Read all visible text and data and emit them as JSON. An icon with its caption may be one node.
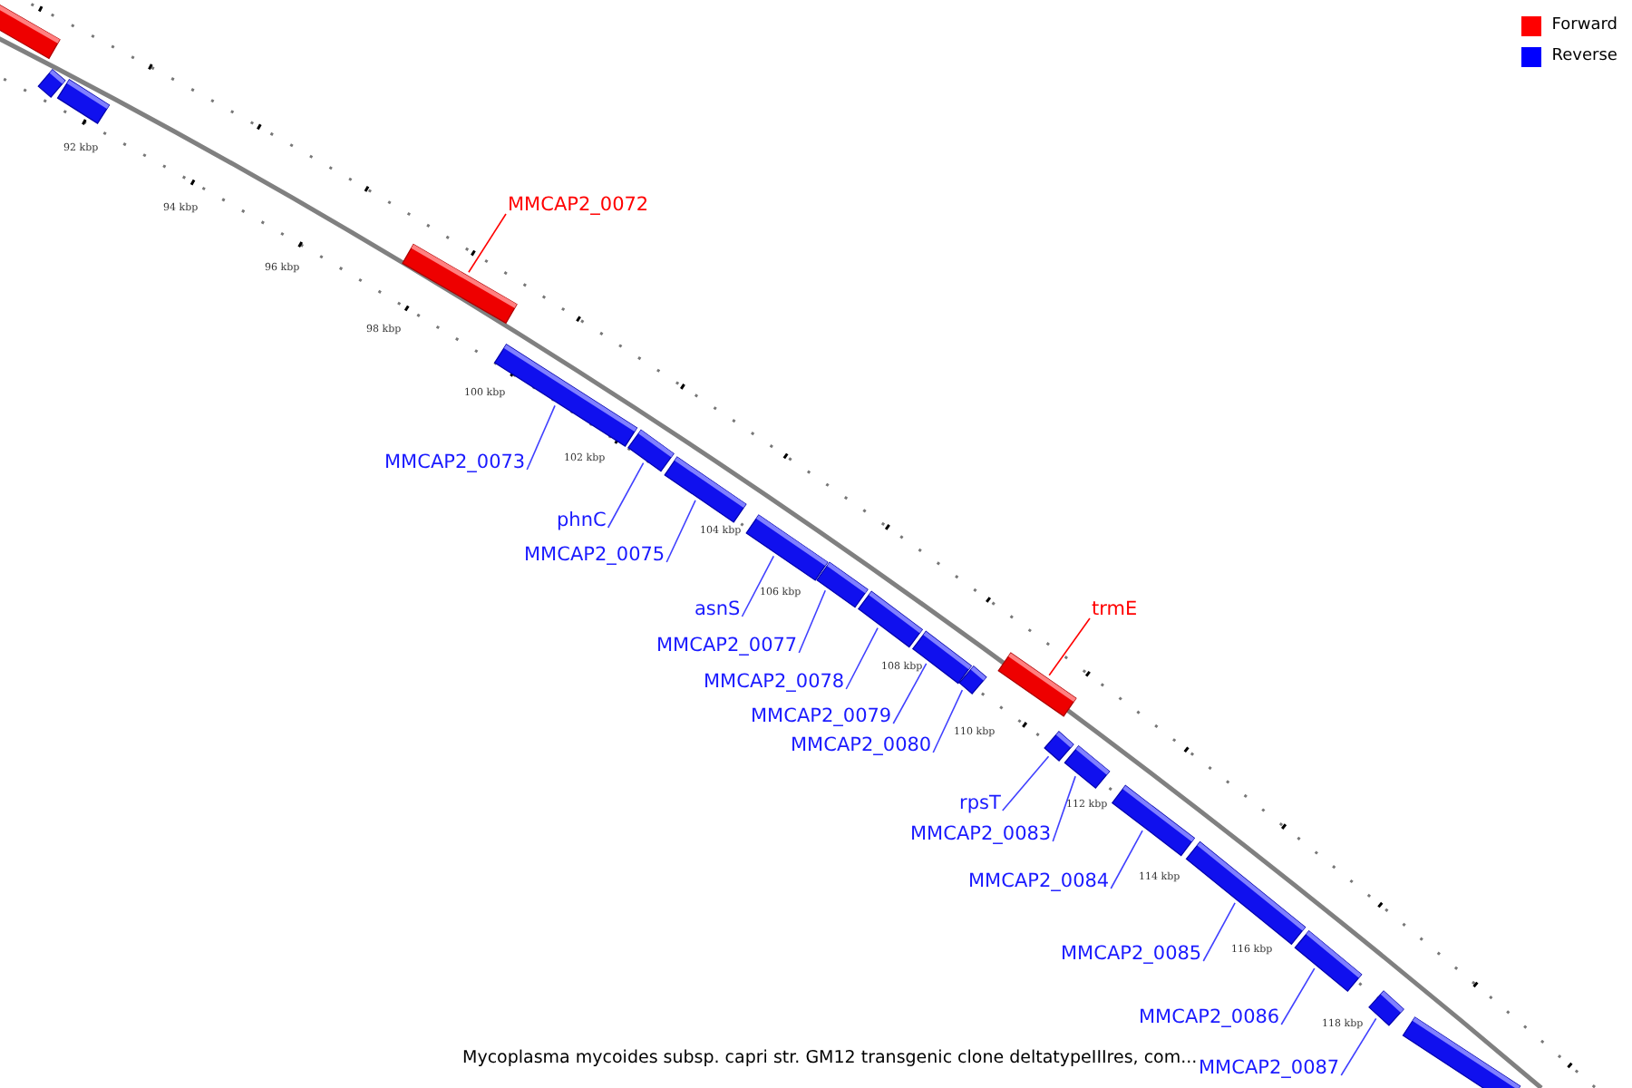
{
  "diagram": {
    "caption": "Mycoplasma mycoides subsp. capri str. GM12 transgenic clone deltatypeIIIres, com...",
    "nodes": [
      {
        "text": [],
        "shape": "bar"
      },
      {
        "text": [],
        "shape": "bar"
      },
      {
        "text": [],
        "shape": "bar"
      },
      {
        "text": [],
        "shape": "bar"
      },
      {
        "text": [],
        "shape": "bar"
      },
      {
        "text": [],
        "shape": "bar"
      },
      {
        "text": [],
        "shape": "bar"
      },
      {
        "text": [],
        "shape": "bar"
      },
      {
        "text": [],
        "shape": "bar"
      },
      {
        "text": [],
        "shape": "bar"
      },
      {
        "text": [],
        "shape": "bar"
      },
      {
        "text": [],
        "shape": "bar"
      },
      {
        "text": [],
        "shape": "bar"
      },
      {
        "text": [],
        "shape": "bar"
      },
      {
        "text": [],
        "shape": "bar"
      },
      {
        "text": [],
        "shape": "bar"
      },
      {
        "text": [],
        "shape": "bar"
      },
      {
        "text": [],
        "shape": "bar"
      },
      {
        "text": [],
        "shape": "bar"
      },
      {
        "text": [],
        "shape": "bar"
      },
      {
        "text": [
          "MMCAP2_0072"
        ]
      },
      {
        "text": [
          "MMCAP2_0073"
        ]
      },
      {
        "text": [
          "phnC"
        ]
      },
      {
        "text": [
          "MMCAP2_0075"
        ]
      },
      {
        "text": [
          "asnS"
        ]
      },
      {
        "text": [
          "MMCAP2_0077"
        ]
      },
      {
        "text": [
          "MMCAP2_0078"
        ]
      },
      {
        "text": [
          "MMCAP2_0079"
        ]
      },
      {
        "text": [
          "MMCAP2_0080"
        ]
      },
      {
        "text": [
          "trmE"
        ]
      },
      {
        "text": [
          "rpsT"
        ]
      },
      {
        "text": [
          "MMCAP2_0083"
        ]
      },
      {
        "text": [
          "MMCAP2_0084"
        ]
      },
      {
        "text": [
          "MMCAP2_0085"
        ]
      },
      {
        "text": [
          "MMCAP2_0086"
        ]
      },
      {
        "text": [
          "MMCAP2_0087"
        ]
      }
    ],
    "edges": [
      {
        "from": 20,
        "to": 3,
        "arrow": "none",
        "color": "#ff0000"
      },
      {
        "from": 21,
        "to": 4,
        "arrow": "none"
      },
      {
        "from": 22,
        "to": 5,
        "arrow": "none"
      },
      {
        "from": 23,
        "to": 6,
        "arrow": "none"
      },
      {
        "from": 24,
        "to": 7,
        "arrow": "none"
      },
      {
        "from": 25,
        "to": 8,
        "arrow": "none"
      },
      {
        "from": 26,
        "to": 9,
        "arrow": "none"
      },
      {
        "from": 27,
        "to": 10,
        "arrow": "none"
      },
      {
        "from": 28,
        "to": 11,
        "arrow": "none"
      },
      {
        "from": 29,
        "to": 12,
        "arrow": "none",
        "color": "#ff0000"
      },
      {
        "from": 30,
        "to": 13,
        "arrow": "none"
      },
      {
        "from": 31,
        "to": 14,
        "arrow": "none"
      },
      {
        "from": 32,
        "to": 15,
        "arrow": "none"
      },
      {
        "from": 33,
        "to": 16,
        "arrow": "none"
      },
      {
        "from": 34,
        "to": 17,
        "arrow": "none"
      },
      {
        "from": 35,
        "to": 18,
        "arrow": "none"
      }
    ],
    "labels": [
      "92 kbp",
      "94 kbp",
      "96 kbp",
      "98 kbp",
      "100 kbp",
      "102 kbp",
      "104 kbp",
      "106 kbp",
      "108 kbp",
      "110 kbp",
      "112 kbp",
      "114 kbp",
      "116 kbp",
      "118 kbp"
    ],
    "legend": [
      {
        "text": "Forward",
        "color": "#ff0000"
      },
      {
        "text": "Reverse",
        "color": "#0000ff"
      }
    ]
  }
}
